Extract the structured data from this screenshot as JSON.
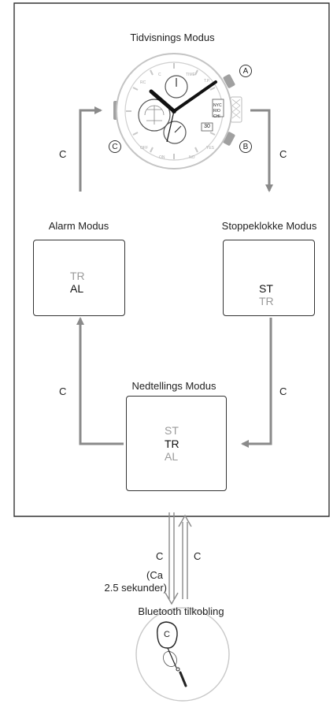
{
  "modes": {
    "timekeeping": {
      "title": "Tidvisnings Modus"
    },
    "alarm": {
      "title": "Alarm Modus",
      "lines": [
        "TR",
        "AL"
      ],
      "active_index": 1
    },
    "stopwatch": {
      "title": "Stoppeklokke Modus",
      "lines": [
        "ST",
        "TR"
      ],
      "active_index": 0
    },
    "timer": {
      "title": "Nedtellings Modus",
      "lines": [
        "ST",
        "TR",
        "AL"
      ],
      "active_index": 1
    }
  },
  "watch": {
    "button_a": "A",
    "button_b": "B",
    "button_c": "C",
    "date": "30",
    "dial_marks": {
      "top": [
        "RC",
        "C",
        "TIME",
        "T.P."
      ],
      "right": [
        "NYC",
        "RIO",
        "CHI"
      ],
      "bottom": [
        "OFF",
        "ON",
        "NO",
        "YES"
      ]
    }
  },
  "arrows": {
    "time_to_stopwatch": "C",
    "stopwatch_to_timer": "C",
    "timer_to_alarm": "C",
    "alarm_to_time": "C",
    "to_bluetooth": "C",
    "from_bluetooth": "C"
  },
  "bluetooth": {
    "hold_line1": "(Ca",
    "hold_line2": "2.5 sekunder)",
    "title": "Bluetooth tilkobling",
    "button": "C"
  },
  "colors": {
    "arrow": "#8a8a8a",
    "frame": "#333333",
    "watch_line": "#bdbdbd",
    "dim_text": "#9a9a9a"
  }
}
